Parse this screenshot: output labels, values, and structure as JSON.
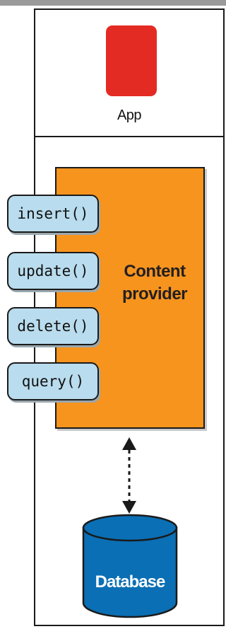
{
  "app": {
    "label": "App",
    "icon": "app-icon",
    "color": "#e32b24"
  },
  "provider": {
    "label_line1": "Content",
    "label_line2": "provider",
    "color": "#f7941e"
  },
  "methods": [
    {
      "label": "insert()"
    },
    {
      "label": "update()"
    },
    {
      "label": "delete()"
    },
    {
      "label": "query()"
    }
  ],
  "database": {
    "label": "Database",
    "color": "#0a6fb4"
  },
  "connector": "bidirectional-dashed-arrow"
}
